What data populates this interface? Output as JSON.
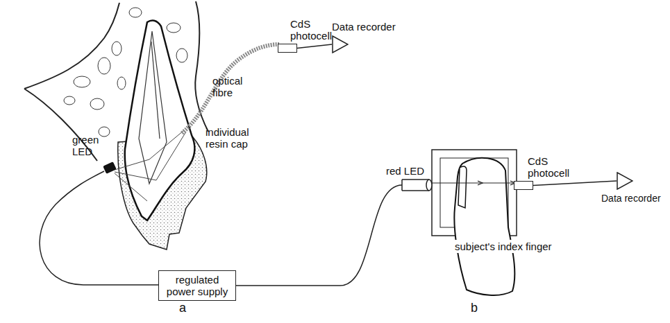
{
  "diagram": {
    "nodes": [
      {
        "text": [
          "CdS photocell"
        ]
      },
      {
        "text": [
          "Data recorder"
        ]
      },
      {
        "text": [
          "regulated power supply"
        ]
      },
      {
        "text": [
          "red LED"
        ]
      },
      {
        "text": [
          "CdS photocell"
        ]
      },
      {
        "text": [
          "Data recorder"
        ]
      }
    ],
    "edges": [
      {
        "from": 0,
        "to": 1,
        "arrow": "none"
      },
      {
        "from": 2,
        "to": 3,
        "arrow": "none"
      },
      {
        "from": 4,
        "to": 5,
        "arrow": "none"
      }
    ],
    "labels": [
      "optical fibre",
      "green LED",
      "individual resin cap",
      "subject's index finger",
      "a",
      "b"
    ]
  }
}
